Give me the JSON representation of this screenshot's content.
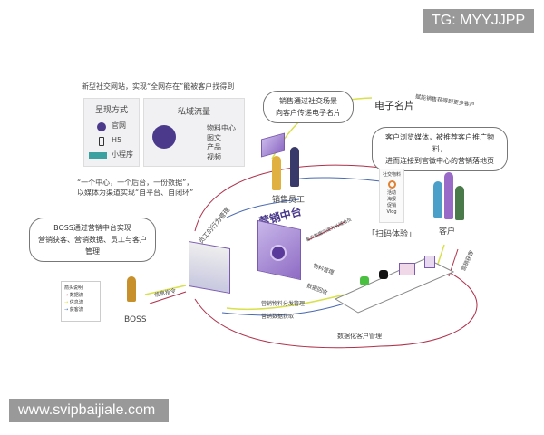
{
  "watermarks": {
    "top": "TG: MYYJJPP",
    "bottom": "www.svipbaijiale.com"
  },
  "top_caption": "新型社交网站，实现“全网存在”能被客户找得到",
  "presentation": {
    "title": "呈现方式",
    "items": [
      "官网",
      "H5",
      "小程序"
    ]
  },
  "private_traffic": {
    "title": "私域流量",
    "items": [
      "物料中心",
      "图文",
      "产品",
      "视频"
    ]
  },
  "center_caption": [
    "“一个中心，一个后台，一份数据”，",
    "以媒体为渠道实现“自平台、自闭环”"
  ],
  "sales_bubble": [
    "销售通过社交场景",
    "向客户传递电子名片"
  ],
  "ecard": "电子名片",
  "ecard_arrow": "赋能销售获得到更多客户",
  "customer_bubble": [
    "客户浏览媒体，被推荐客户推广物料，",
    "进而连接到官微中心的营销落地页"
  ],
  "social_material": {
    "title": "社交物料",
    "items": [
      "活动",
      "海报",
      "促销",
      "Vlog"
    ]
  },
  "scan": "「扫码体验」",
  "sales_staff": "销售员工",
  "customer": "客户",
  "platform": "营销中台",
  "boss_bubble": [
    "BOSS通过营销中台实现",
    "营销获客、营销数据、员工与客户管理"
  ],
  "boss": "BOSS",
  "legend": {
    "title": "箭头说明",
    "items": [
      {
        "label": "数据流",
        "color": "#b0304a"
      },
      {
        "label": "信息流",
        "color": "#d8e04a"
      },
      {
        "label": "获客流",
        "color": "#4a6ab0"
      }
    ]
  },
  "flows": {
    "staff_mgmt": "员工的行为管理",
    "member": "客户数据沉淀为私域会员",
    "instruction": "信息指令",
    "material_mgmt": "物料管理",
    "data_return": "数据回收",
    "distribution": "营销物料分发管理",
    "data_fetch": "营销数据获取",
    "crm": "数据化客户管理",
    "acquire": "营销获客"
  }
}
